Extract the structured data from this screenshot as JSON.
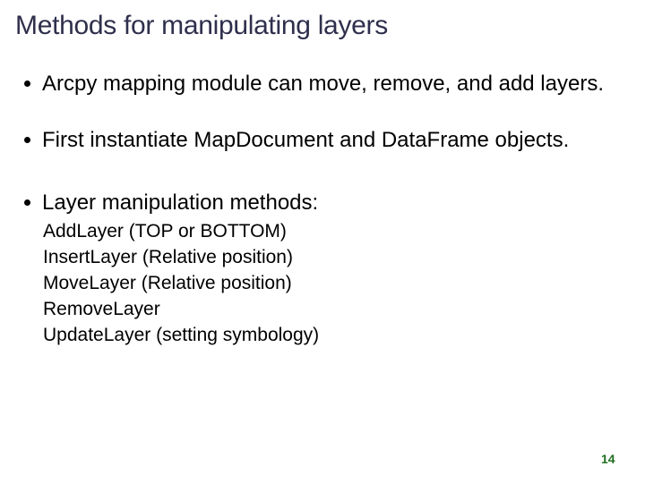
{
  "slide": {
    "title": "Methods for manipulating layers",
    "bullets": [
      "Arcpy mapping module can move, remove, and add layers.",
      "First instantiate MapDocument and DataFrame objects.",
      "Layer manipulation methods:"
    ],
    "sub_items": [
      "AddLayer (TOP or BOTTOM)",
      "InsertLayer (Relative position)",
      "MoveLayer (Relative position)",
      "RemoveLayer",
      "UpdateLayer (setting symbology)"
    ],
    "page_number": "14",
    "colors": {
      "background": "#FFFFFF",
      "title_text": "#2F2F4D",
      "body_text": "#000000",
      "page_number_text": "#1E6E1E"
    }
  }
}
